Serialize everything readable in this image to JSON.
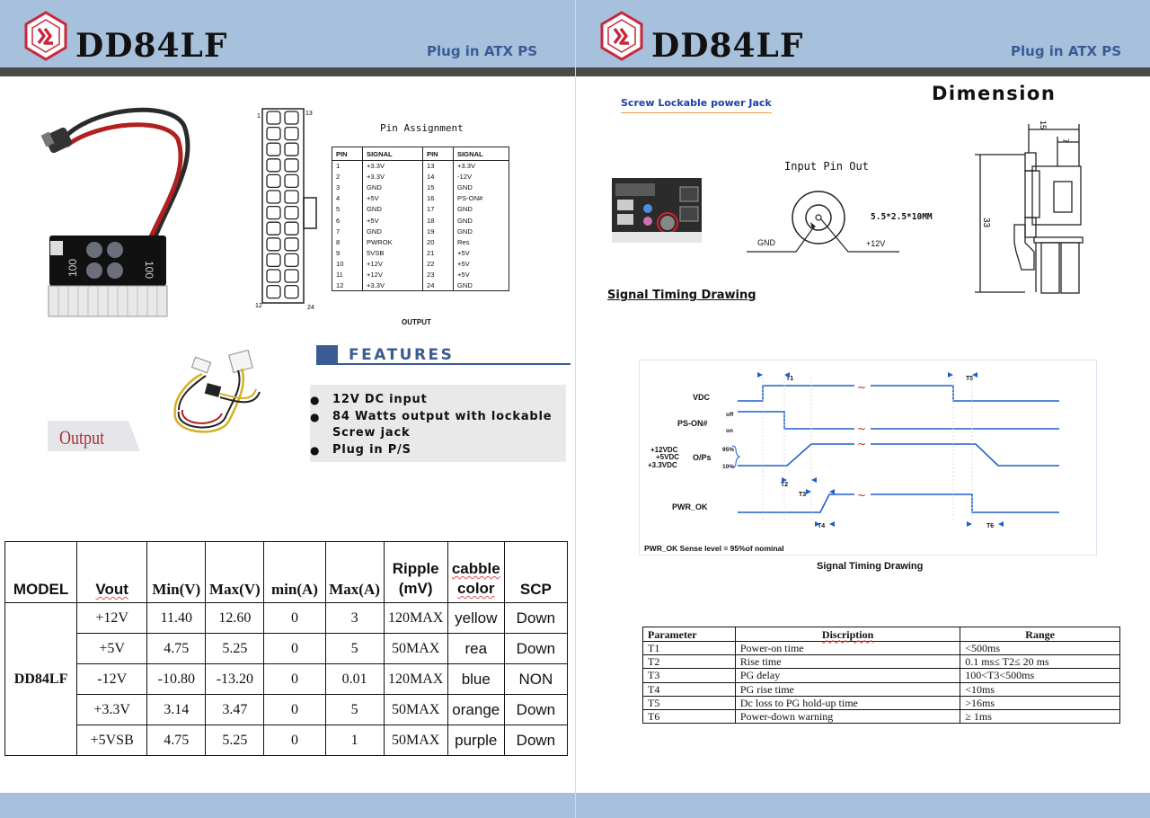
{
  "header": {
    "model": "DD84LF",
    "tagline": "Plug in ATX PS"
  },
  "left": {
    "connector_pins": {
      "top_left": "1",
      "top_right": "13",
      "bottom_left": "12",
      "bottom_right": "24"
    },
    "pin_assignment": {
      "title": "Pin Assignment",
      "headers": [
        "PIN",
        "SIGNAL",
        "PIN",
        "SIGNAL"
      ],
      "rows": [
        [
          "1",
          "+3.3V",
          "13",
          "+3.3V"
        ],
        [
          "2",
          "+3.3V",
          "14",
          "-12V"
        ],
        [
          "3",
          "GND",
          "15",
          "GND"
        ],
        [
          "4",
          "+5V",
          "16",
          "PS-ON#"
        ],
        [
          "5",
          "GND",
          "17",
          "GND"
        ],
        [
          "6",
          "+5V",
          "18",
          "GND"
        ],
        [
          "7",
          "GND",
          "19",
          "GND"
        ],
        [
          "8",
          "PWROK",
          "20",
          "Res"
        ],
        [
          "9",
          "5VSB",
          "21",
          "+5V"
        ],
        [
          "10",
          "+12V",
          "22",
          "+5V"
        ],
        [
          "11",
          "+12V",
          "23",
          "+5V"
        ],
        [
          "12",
          "+3.3V",
          "24",
          "GND"
        ]
      ],
      "caption": "OUTPUT"
    },
    "board_labels": [
      "100",
      "100"
    ],
    "output_tab": "Output",
    "features": {
      "title": "FEATURES",
      "items": [
        "12V DC input",
        "84 Watts output with lockable",
        "Screw jack",
        "Plug in P/S"
      ]
    },
    "spec_table": {
      "headers": [
        "MODEL",
        "Vout",
        "Min(V)",
        "Max(V)",
        "min(A)",
        "Max(A)",
        "Ripple (mV)",
        "cabble color",
        "SCP"
      ],
      "model": "DD84LF",
      "rows": [
        [
          "+12V",
          "11.40",
          "12.60",
          "0",
          "3",
          "120MAX",
          "yellow",
          "Down"
        ],
        [
          "+5V",
          "4.75",
          "5.25",
          "0",
          "5",
          "50MAX",
          "rea",
          "Down"
        ],
        [
          "-12V",
          "-10.80",
          "-13.20",
          "0",
          "0.01",
          "120MAX",
          "blue",
          "NON"
        ],
        [
          "+3.3V",
          "3.14",
          "3.47",
          "0",
          "5",
          "50MAX",
          "orange",
          "Down"
        ],
        [
          "+5VSB",
          "4.75",
          "5.25",
          "0",
          "1",
          "50MAX",
          "purple",
          "Down"
        ]
      ]
    }
  },
  "right": {
    "screw_jack_title": "Screw Lockable power Jack",
    "dimension_title": "Dimension",
    "dimension_labels": [
      "15",
      "7",
      "33"
    ],
    "input_pin": {
      "title": "Input Pin Out",
      "size": "5.5*2.5*10MM",
      "gnd": "GND",
      "plus12": "+12V"
    },
    "signal_timing_title": "Signal Timing Drawing",
    "timing": {
      "signals": [
        "VDC",
        "PS-ON#",
        "+12VDC",
        "+5VDC",
        "+3.3VDC",
        "O/Ps",
        "PWR_OK"
      ],
      "levels": [
        "off",
        "on",
        "95%",
        "10%"
      ],
      "markers": [
        "T1",
        "T2",
        "T3",
        "T4",
        "T5",
        "T6"
      ],
      "break_mark": "~",
      "note": "PWR_OK Sense level = 95%of nominal",
      "caption": "Signal Timing Drawing"
    },
    "param_table": {
      "headers": [
        "Parameter",
        "Discription",
        "Range"
      ],
      "rows": [
        [
          "T1",
          "Power-on time",
          "<500ms"
        ],
        [
          "T2",
          "Rise time",
          "0.1 ms≤ T2≤ 20 ms"
        ],
        [
          "T3",
          "PG delay",
          "100<T3<500ms"
        ],
        [
          "T4",
          "PG rise time",
          "<10ms"
        ],
        [
          "T5",
          "Dc loss to PG hold-up time",
          ">16ms"
        ],
        [
          "T6",
          "Power-down warning",
          "≥ 1ms"
        ]
      ]
    }
  },
  "colors": {
    "header_bg": "#a7c0dc",
    "header_bar": "#4a4a4a",
    "tagline": "#3b5b95",
    "logo_red": "#c8283c",
    "timing_blue": "#1f5fc8",
    "screw_jack_title": "#1c3fa8",
    "screw_jack_underline": "#e8a040"
  }
}
